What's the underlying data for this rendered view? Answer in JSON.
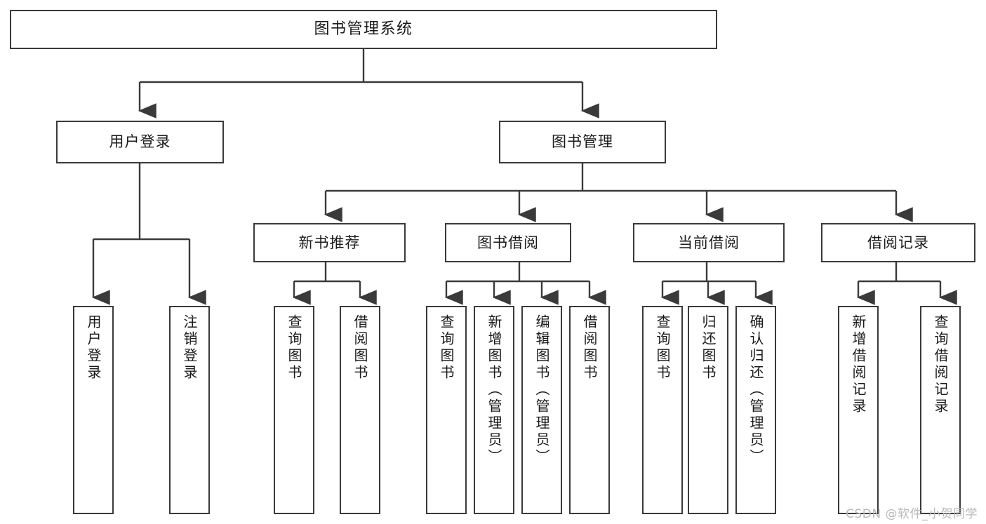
{
  "diagram": {
    "title": "图书管理系统",
    "watermark": "CSDN @软件_小贺同学",
    "accent_color": "#3a3a3a",
    "background_color": "#ffffff",
    "text_color": "#1a1a1a",
    "watermark_color": "#b9b9b9",
    "levels": {
      "root": [
        "图书管理系统"
      ],
      "level2": [
        "用户登录",
        "图书管理"
      ],
      "level3": [
        "新书推荐",
        "图书借阅",
        "当前借阅",
        "借阅记录"
      ],
      "leaves": [
        "用户登录",
        "注销登录",
        "查询图书",
        "借阅图书",
        "查询图书",
        "新增图书（管理员）",
        "编辑图书（管理员）",
        "借阅图书",
        "查询图书",
        "归还图书",
        "确认归还（管理员）",
        "新增借阅记录",
        "查询借阅记录"
      ]
    },
    "nodes": {
      "root": {
        "label": "图书管理系统"
      },
      "user_login": {
        "label": "用户登录"
      },
      "book_manage": {
        "label": "图书管理"
      },
      "new_book_rec": {
        "label": "新书推荐"
      },
      "book_borrow": {
        "label": "图书借阅"
      },
      "current_borrow": {
        "label": "当前借阅"
      },
      "borrow_record": {
        "label": "借阅记录"
      },
      "leaf_user_login": {
        "label": "用户登录"
      },
      "leaf_logout": {
        "label": "注销登录"
      },
      "leaf_query_book_1": {
        "label": "查询图书"
      },
      "leaf_borrow_book_1": {
        "label": "借阅图书"
      },
      "leaf_query_book_2": {
        "label": "查询图书"
      },
      "leaf_add_book": {
        "label": "新增图书（管理员）"
      },
      "leaf_edit_book": {
        "label": "编辑图书（管理员）"
      },
      "leaf_borrow_book_2": {
        "label": "借阅图书"
      },
      "leaf_query_book_3": {
        "label": "查询图书"
      },
      "leaf_return_book": {
        "label": "归还图书"
      },
      "leaf_confirm_return": {
        "label": "确认归还（管理员）"
      },
      "leaf_add_record": {
        "label": "新增借阅记录"
      },
      "leaf_query_record": {
        "label": "查询借阅记录"
      }
    }
  }
}
